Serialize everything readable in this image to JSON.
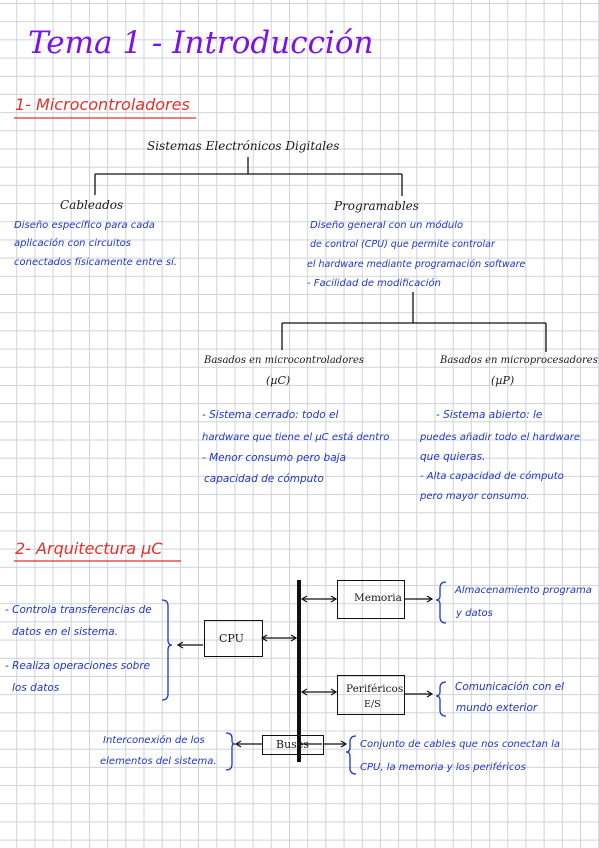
{
  "title": "Tema 1 - Introducción",
  "section1": {
    "heading": "1- Microcontroladores",
    "root": "Sistemas Electrónicos Digitales",
    "cableados": {
      "label": "Cableados",
      "desc": [
        "Diseño específico para cada",
        "aplicación con circuitos",
        "conectados físicamente entre sí."
      ]
    },
    "programables": {
      "label": "Programables",
      "desc": [
        "Diseño general con un módulo",
        "de control (CPU) que permite controlar",
        "el hardware mediante programación software",
        "- Facilidad de modificación"
      ]
    },
    "micro": {
      "label": "Basados en microcontroladores",
      "symbol": "(µC)",
      "desc": [
        "- Sistema cerrado: todo el",
        "hardware que tiene el µC está dentro",
        "- Menor consumo pero baja",
        "capacidad de cómputo"
      ]
    },
    "proc": {
      "label": "Basados en microprocesadores",
      "symbol": "(µP)",
      "desc": [
        "- Sistema abierto: le",
        "puedes añadir todo el hardware",
        "que quieras.",
        "- Alta capacidad de cómputo",
        "pero mayor consumo."
      ]
    }
  },
  "section2": {
    "heading": "2- Arquitectura µC",
    "cpu": {
      "label": "CPU",
      "desc": [
        "- Controla transferencias de",
        "datos en el sistema.",
        "- Realiza operaciones sobre",
        "los datos"
      ]
    },
    "memoria": {
      "label": "Memoria",
      "desc": [
        "Almacenamiento programa",
        "y datos"
      ]
    },
    "perifericos": {
      "label": "Periféricos",
      "sub": "E/S",
      "desc": [
        "Comunicación con el",
        "mundo exterior"
      ]
    },
    "buses": {
      "label": "Buses",
      "left": [
        "Interconexión de los",
        "elementos del sistema."
      ],
      "right": [
        "Conjunto de cables que nos conectan la",
        "CPU, la memoria y los periféricos"
      ]
    }
  }
}
